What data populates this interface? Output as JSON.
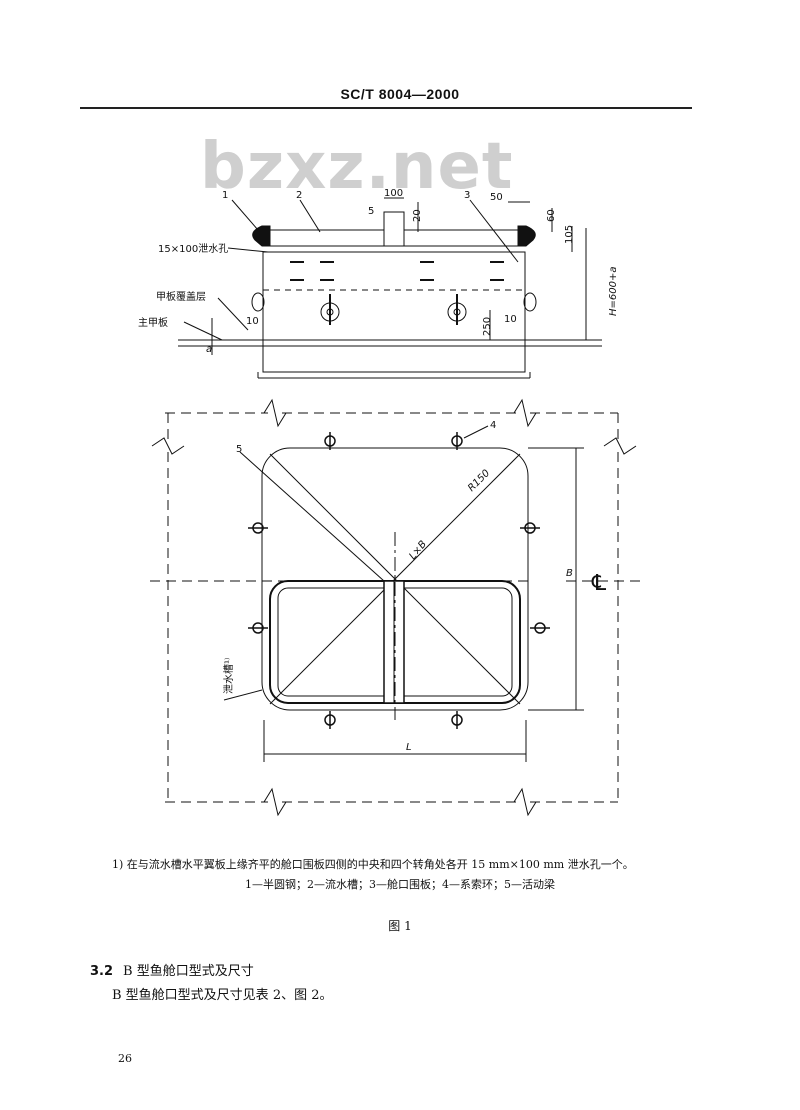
{
  "header": {
    "standard_code": "SC/T 8004—2000"
  },
  "watermark": {
    "text": "bzxz.net"
  },
  "figure": {
    "callouts": [
      "1",
      "2",
      "3",
      "4",
      "5"
    ],
    "dim_100": "100",
    "dim_5": "5",
    "dim_20": "20",
    "dim_50": "50",
    "dim_60": "60",
    "dim_105": "105",
    "dim_h": "H=600+a",
    "dim_a": "a",
    "dim_10": "10",
    "dim_250": "250",
    "label_drain_hole": "15×100泄水孔",
    "label_deck_cover": "甲板覆盖层",
    "label_main_deck": "主甲板",
    "label_r150": "R150",
    "label_lxb": "L×B",
    "label_b": "B",
    "label_l": "L",
    "label_centerline": "℄",
    "label_drain_channel": "泄水槽¹⁾"
  },
  "footnote": "1) 在与流水槽水平翼板上缘齐平的舱口围板四侧的中央和四个转角处各开 15 mm×100 mm 泄水孔一个。",
  "legend": "1—半圆钢；2—流水槽；3—舱口围板；4—系索环；5—活动梁",
  "caption": "图 1",
  "section": {
    "number": "3.2",
    "title": "B 型鱼舱口型式及尺寸"
  },
  "paragraph": "B 型鱼舱口型式及尺寸见表 2、图 2。",
  "page_number": "26"
}
